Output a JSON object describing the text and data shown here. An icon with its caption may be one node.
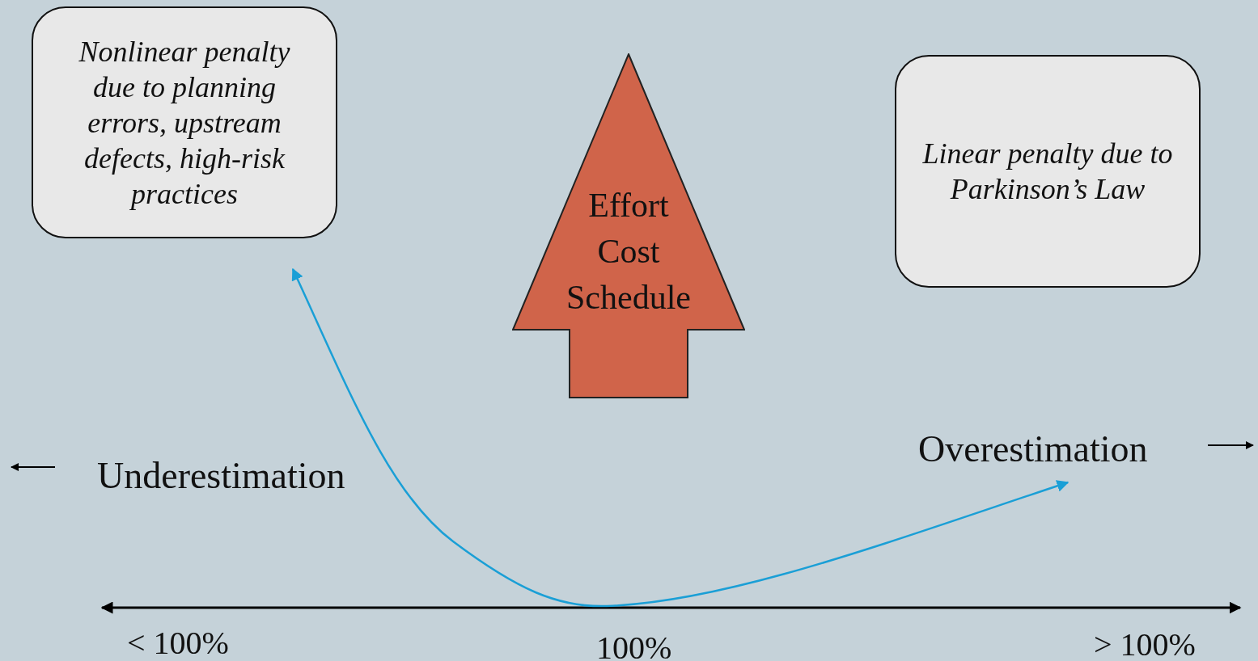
{
  "diagram": {
    "nodes": [
      {
        "text": [
          "Nonlinear penalty due to planning errors, upstream defects, high-risk practices"
        ]
      },
      {
        "text": [
          "Effort Cost Schedule"
        ]
      },
      {
        "text": [
          "Linear penalty due to Parkinson’s Law"
        ]
      }
    ],
    "labels": [
      "Underestimation",
      "Overestimation",
      "< 100%",
      "100%",
      "> 100%"
    ]
  }
}
